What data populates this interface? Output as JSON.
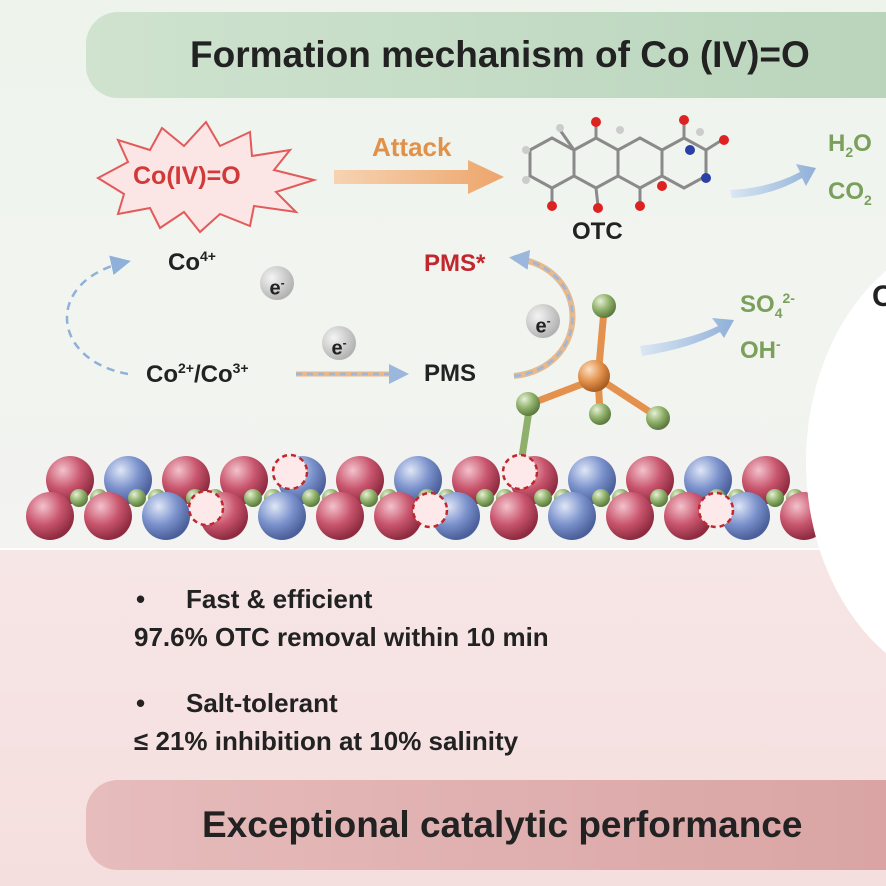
{
  "top_banner": {
    "title": "Formation mechanism of Co (IV)=O"
  },
  "mechanism": {
    "co4o_label": "Co(IV)=O",
    "attack_label": "Attack",
    "otc_label": "OTC",
    "products_1": {
      "h2o": "H",
      "h2o_sub": "2",
      "h2o_end": "O",
      "co2": "CO",
      "co2_sub": "2"
    },
    "co4_label": "Co",
    "co4_sup": "4+",
    "co23_label_a": "Co",
    "co23_sup_a": "2+",
    "co23_sep": "/Co",
    "co23_sup_b": "3+",
    "electron": "e",
    "electron_sup": "-",
    "pms_star": "PMS*",
    "pms": "PMS",
    "products_2": {
      "so4": "SO",
      "so4_sub": "4",
      "so4_sup": "2-",
      "oh": "OH",
      "oh_sup": "-"
    },
    "right_letter": "C"
  },
  "bottom": {
    "bullets": [
      {
        "bullet": "•",
        "title": "Fast & efficient",
        "detail": "97.6% OTC removal within 10 min"
      },
      {
        "bullet": "•",
        "title": "Salt-tolerant",
        "detail": "≤ 21% inhibition at 10% salinity"
      }
    ],
    "banner": "Exceptional catalytic performance"
  },
  "colors": {
    "co4o_red": "#d23a3a",
    "attack_orange": "#e8a15a",
    "product_green": "#7aa05c",
    "pms_star_red": "#c0282e",
    "arrow_blue": "#8fb0d8"
  }
}
